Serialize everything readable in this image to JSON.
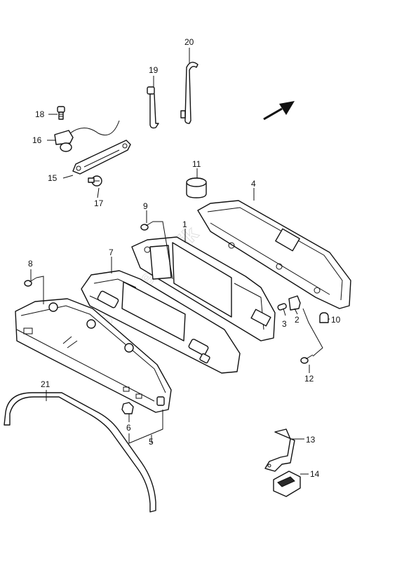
{
  "diagram": {
    "part_numbers": [
      "1",
      "2",
      "3",
      "4",
      "5",
      "6",
      "7",
      "8",
      "9",
      "10",
      "11",
      "12",
      "13",
      "14",
      "15",
      "16",
      "17",
      "18",
      "19",
      "20",
      "21"
    ],
    "watermark_text": "partsrepublik"
  }
}
